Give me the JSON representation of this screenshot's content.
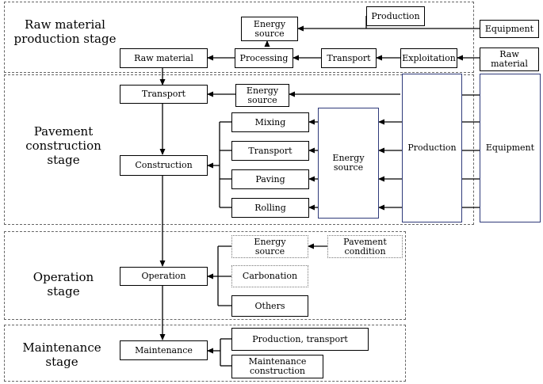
{
  "stages": {
    "raw": "Raw material\nproduction stage",
    "construction": "Pavement\nconstruction stage",
    "operation": "Operation stage",
    "maintenance": "Maintenance\nstage"
  },
  "nodes": {
    "energy_source_raw": "Energy\nsource",
    "production_top": "Production",
    "equipment_top": "Equipment",
    "raw_material": "Raw material",
    "processing": "Processing",
    "transport_raw": "Transport",
    "exploitation": "Exploitation",
    "raw_material_input": "Raw\nmaterial",
    "transport_main": "Transport",
    "energy_source_transport": "Energy\nsource",
    "mixing": "Mixing",
    "transport_sub": "Transport",
    "paving": "Paving",
    "rolling": "Rolling",
    "construction": "Construction",
    "energy_source_construction": "Energy\nsource",
    "production_big": "Production",
    "equipment_big": "Equipment",
    "energy_source_operation": "Energy\nsource",
    "pavement_condition": "Pavement\ncondition",
    "carbonation": "Carbonation",
    "others": "Others",
    "operation": "Operation",
    "maintenance": "Maintenance",
    "production_transport": "Production, transport",
    "maintenance_construction": "Maintenance\nconstruction"
  }
}
